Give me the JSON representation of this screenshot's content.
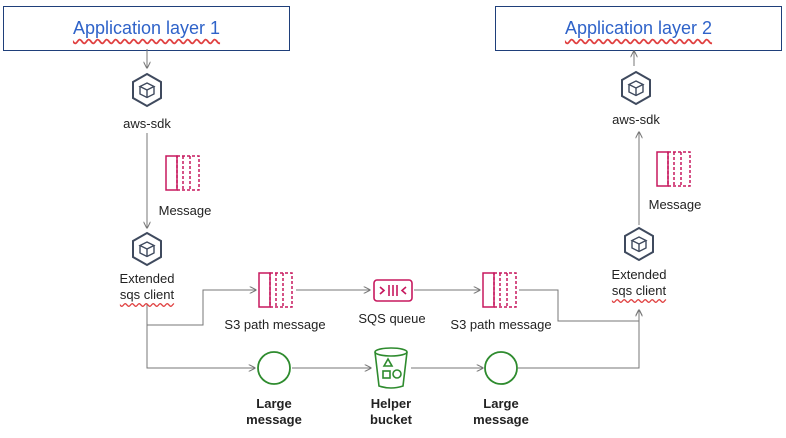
{
  "layer1": {
    "title": "Application layer 1"
  },
  "layer2": {
    "title": "Application layer 2"
  },
  "left": {
    "sdk_label": "aws-sdk",
    "message_label": "Message",
    "client_line1": "Extended",
    "client_line2": "sqs client"
  },
  "right": {
    "sdk_label": "aws-sdk",
    "message_label": "Message",
    "client_line1": "Extended",
    "client_line2": "sqs client"
  },
  "path": {
    "s3_path_left": "S3 path message",
    "sqs_queue": "SQS queue",
    "s3_path_right": "S3 path message"
  },
  "large": {
    "left_line1": "Large",
    "left_line2": "message",
    "bucket_line1": "Helper",
    "bucket_line2": "bucket",
    "right_line1": "Large",
    "right_line2": "message"
  },
  "colors": {
    "pink": "#c7185e",
    "green": "#2e8b2e",
    "slate": "#3f4a5e",
    "line": "#777777",
    "box_border": "#1f3f7a",
    "title_blue": "#2f63c9"
  }
}
